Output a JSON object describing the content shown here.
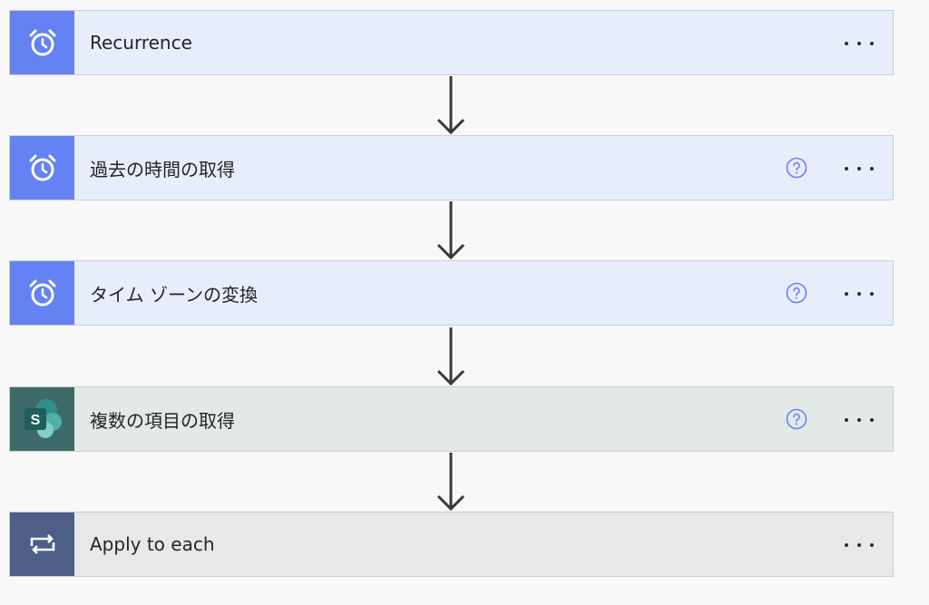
{
  "steps": [
    {
      "title": "Recurrence",
      "icon": "alarm-clock-icon",
      "has_help": false
    },
    {
      "title": "過去の時間の取得",
      "icon": "alarm-clock-icon",
      "has_help": true
    },
    {
      "title": "タイム ゾーンの変換",
      "icon": "alarm-clock-icon",
      "has_help": true
    },
    {
      "title": "複数の項目の取得",
      "icon": "sharepoint-icon",
      "has_help": true
    },
    {
      "title": "Apply to each",
      "icon": "loop-icon",
      "has_help": false
    }
  ],
  "colors": {
    "blue_header": "#6582f2",
    "blue_card": "#e8edfc",
    "sharepoint_header": "#3d6b6a",
    "sharepoint_card": "#e3e9e7",
    "loop_header": "#4e5e87",
    "loop_card": "#e6e8ea",
    "help_icon": "#6582f2"
  }
}
